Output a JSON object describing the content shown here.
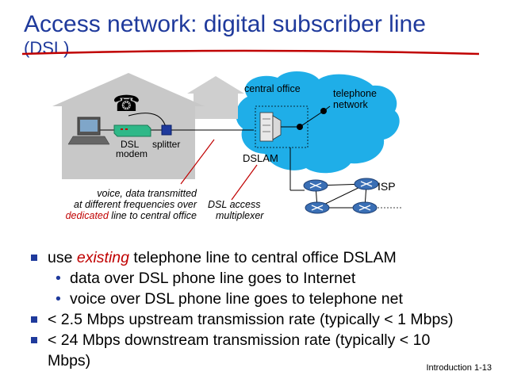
{
  "title": {
    "line1": "Access network: digital subscriber line",
    "line2": "(DSL)"
  },
  "diagram": {
    "central_office": "central office",
    "telephone_network_1": "telephone",
    "telephone_network_2": "network",
    "dsl_modem_1": "DSL",
    "dsl_modem_2": "modem",
    "splitter": "splitter",
    "dslam": "DSLAM",
    "isp": "ISP",
    "voice_note_1": "voice, data transmitted",
    "voice_note_2": "at different frequencies over",
    "voice_note_3_emph": "dedicated",
    "voice_note_3_rest": " line to central office",
    "dsl_access_1": "DSL access",
    "dsl_access_2": "multiplexer"
  },
  "bullets": {
    "b1_pre": "use ",
    "b1_emph": "existing",
    "b1_post": " telephone line to central office DSLAM",
    "b1_sub1": "data over DSL phone line goes to Internet",
    "b1_sub2": "voice over DSL phone line goes to telephone net",
    "b2": "< 2.5 Mbps upstream transmission rate (typically < 1 Mbps)",
    "b3": "< 24 Mbps downstream transmission rate (typically < 10 Mbps)"
  },
  "footer": "Introduction 1-13",
  "colors": {
    "title": "#1f3a9c",
    "cloud": "#1faee8",
    "house": "#c8c8c8",
    "modem": "#2fb888",
    "router": "#3a6fb5",
    "emphasis": "#c00000"
  }
}
